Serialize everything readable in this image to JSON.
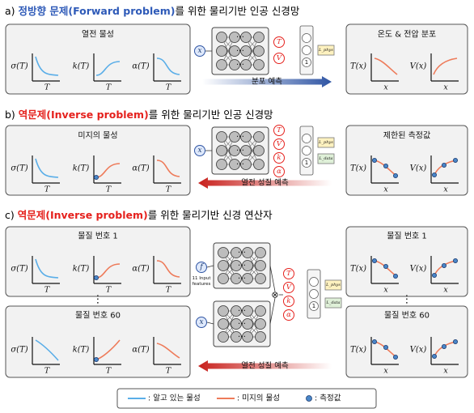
{
  "sections": {
    "a": {
      "prefix": "a) ",
      "highlight": "정방향 문제(Forward problem)",
      "suffix": "를 위한 물리기반 인공 신경망",
      "left_panel_title": "열전 물성",
      "right_panel_title": "온도 & 전압 분포",
      "arrow_label": "분포 예측"
    },
    "b": {
      "prefix": "b) ",
      "highlight": "역문제(Inverse problem)",
      "suffix": "를 위한 물리기반 인공 신경망",
      "left_panel_title": "미지의 물성",
      "right_panel_title": "제한된 측정값",
      "arrow_label": "열전 성질 예측"
    },
    "c": {
      "prefix": "c) ",
      "highlight": "역문제(Inverse problem)",
      "suffix": "를 위한 물리기반 신경 연산자",
      "left_top_title": "물질 번호 1",
      "left_bottom_title": "물질 번호 60",
      "right_top_title": "물질 번호 1",
      "right_bottom_title": "물질 번호 60",
      "input_label_line1": "11 Input",
      "input_label_line2": "features",
      "arrow_label": "열전 성질 예측"
    }
  },
  "symbols": {
    "sigma_T": "σ(T)",
    "k_T": "k(T)",
    "alpha_T": "α(T)",
    "T_x": "T(x)",
    "V_x": "V(x)",
    "T_axis": "T",
    "x_axis": "x",
    "input_x": "x",
    "input_f": "f",
    "node_T": "T",
    "node_V": "V",
    "node_k": "k",
    "node_alpha": "α",
    "loss_phys": "L_phys",
    "loss_data": "L_data",
    "ellipsis": "⋯",
    "vdots": "⋮",
    "otimes": "⊗",
    "one": "1"
  },
  "legend": {
    "known": ": 알고 있는 물성",
    "unknown": ": 미지의 물성",
    "measured": ": 측정값"
  },
  "colors": {
    "title_blue": "#2e5ab8",
    "title_red": "#e5211d",
    "known_curve": "#5aaee8",
    "unknown_curve": "#ee7b5a",
    "measured_fill": "#4a86c8",
    "panel_fill": "#f2f2f2",
    "blue_arrow": "#2f55a4",
    "red_arrow": "#c8201c",
    "loss_phys_box": "#fff2c0",
    "loss_data_box": "#dff0d8"
  }
}
